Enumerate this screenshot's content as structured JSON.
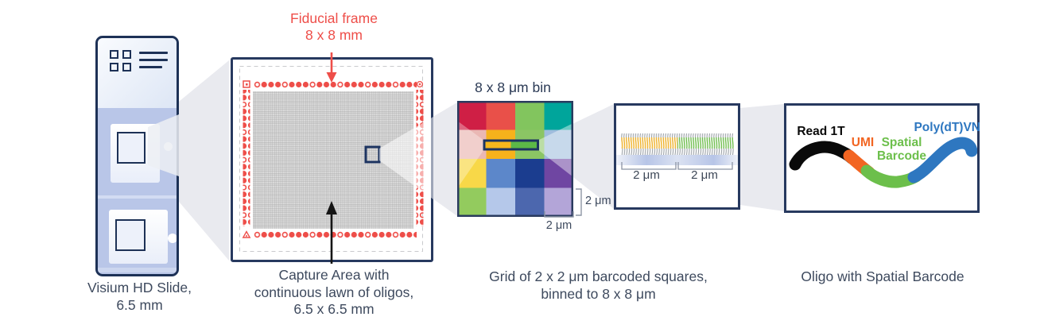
{
  "diagram": {
    "slide": {
      "caption": "Visium HD Slide,\n6.5 mm"
    },
    "fiducial": {
      "label": "Fiducial frame\n8 x 8 mm",
      "color": "#ee4e49"
    },
    "capture": {
      "caption": "Capture Area with\ncontinuous lawn of oligos,\n6.5 x 6.5 mm"
    },
    "bin_grid": {
      "title": "8 x 8 μm bin",
      "caption": "Grid of 2 x 2 μm barcoded squares,\nbinned to 8 x 8 μm",
      "dim_right_label": "2 μm",
      "dim_bottom_label": "2 μm",
      "cell_colors": [
        "#cf1f45",
        "#e95049",
        "#82c55e",
        "#00a59b",
        "#eab8b4",
        "#f6b21b",
        "#8bc564",
        "#9fbddd",
        "#f8d848",
        "#5c87ca",
        "#1b3d8f",
        "#6f46a2",
        "#93cb5e",
        "#b5c8ea",
        "#4c67ae",
        "#b3a5d8"
      ],
      "bin_highlight_colors": [
        "#f6b71d",
        "#5cb847"
      ]
    },
    "lawn": {
      "left_label": "2 μm",
      "right_label": "2 μm",
      "left_strand_color": "#f2b01e",
      "right_strand_color": "#69bd45",
      "strand_top_color": "#9aa0a6"
    },
    "oligo": {
      "caption": "Oligo with Spatial Barcode",
      "labels": {
        "read1t": "Read 1T",
        "umi": "UMI",
        "spatial": "Spatial\nBarcode",
        "polydt": "Poly(dT)VN"
      },
      "colors": {
        "read1t": "#0a0a0a",
        "umi": "#f26522",
        "spatial": "#6cbf4b",
        "polydt": "#2e77c0"
      }
    },
    "palette": {
      "navy": "#27395f",
      "red": "#ee4e49",
      "beam": "#e9eaef",
      "text": "#3e4a5e"
    }
  }
}
